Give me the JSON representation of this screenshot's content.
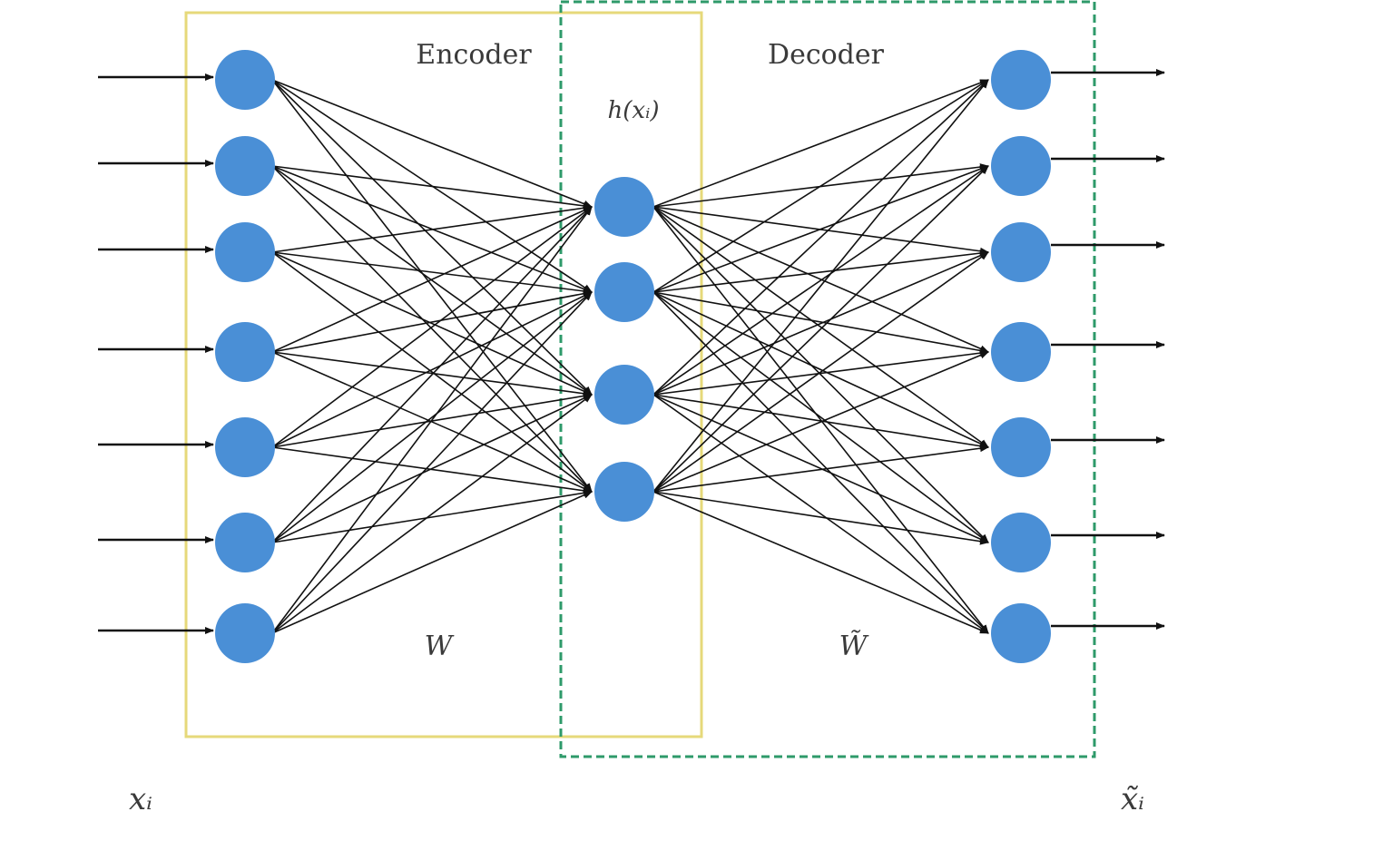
{
  "diagram": {
    "encoder_label": "Encoder",
    "decoder_label": "Decoder",
    "hidden_label": "h(xᵢ)",
    "encoder_weight_label": "W",
    "decoder_weight_label": "W̃",
    "input_label": "xᵢ",
    "output_label": "x̃ᵢ",
    "layers": {
      "input_nodes": 7,
      "hidden_nodes": 4,
      "output_nodes": 7
    },
    "colors": {
      "node": "#4a8fd6",
      "encoder_box": "#e6d97a",
      "decoder_box": "#2e9a6a",
      "edge": "#111111"
    }
  }
}
